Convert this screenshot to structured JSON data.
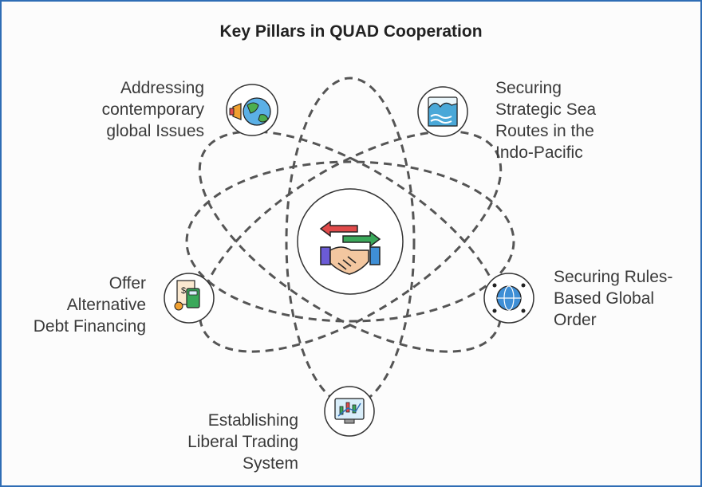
{
  "title": "Key Pillars in QUAD Cooperation",
  "center": {
    "icon": "handshake-exchange-icon"
  },
  "pillars": [
    {
      "id": "global-issues",
      "icon": "globe-megaphone-icon",
      "lines": [
        "Addressing",
        "contemporary",
        "global Issues"
      ]
    },
    {
      "id": "sea-routes",
      "icon": "ocean-waves-icon",
      "lines": [
        "Securing",
        "Strategic Sea",
        "Routes in the",
        "Indo-Pacific"
      ]
    },
    {
      "id": "rules-order",
      "icon": "network-globe-icon",
      "lines": [
        "Securing Rules-",
        "Based Global",
        "Order"
      ]
    },
    {
      "id": "trading",
      "icon": "stock-chart-monitor-icon",
      "lines": [
        "Establishing",
        "Liberal Trading",
        "System"
      ]
    },
    {
      "id": "debt",
      "icon": "calculator-finance-icon",
      "lines": [
        "Offer",
        "Alternative",
        "Debt Financing"
      ]
    }
  ],
  "colors": {
    "orbit": "#555555",
    "arrow_red": "#e04a4a",
    "arrow_green": "#3aa85a",
    "frame": "#2f6db5"
  }
}
